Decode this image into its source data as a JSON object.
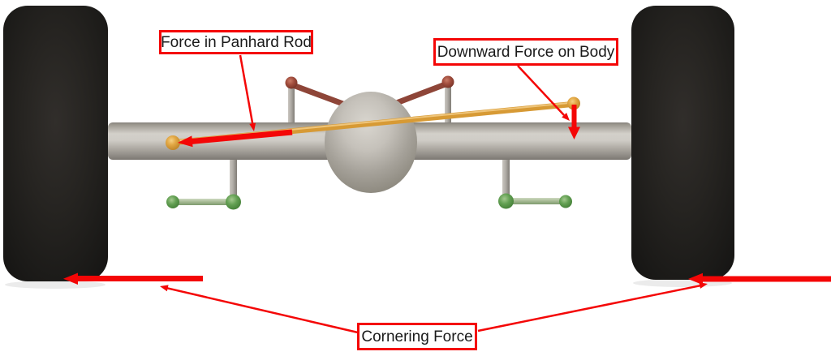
{
  "labels": {
    "panhard_rod_force": "Force in Panhard Rod",
    "downward_force_on_body": "Downward Force on Body",
    "cornering_force": "Cornering Force"
  },
  "colors": {
    "background": "#ffffff",
    "annotation_red": "#f40606",
    "label_border": "#f40606",
    "label_text": "#1a1a1a",
    "label_background": "#ffffff",
    "tire_black": "#1d1b19",
    "axle_gray": "#c7c4be",
    "differential_gray": "#b3afa8",
    "panhard_rod_yellow": "#d79a35",
    "upper_link_maroon": "#8e4538",
    "lower_link_green": "#5f9851",
    "post_gray": "#a9a59f"
  }
}
